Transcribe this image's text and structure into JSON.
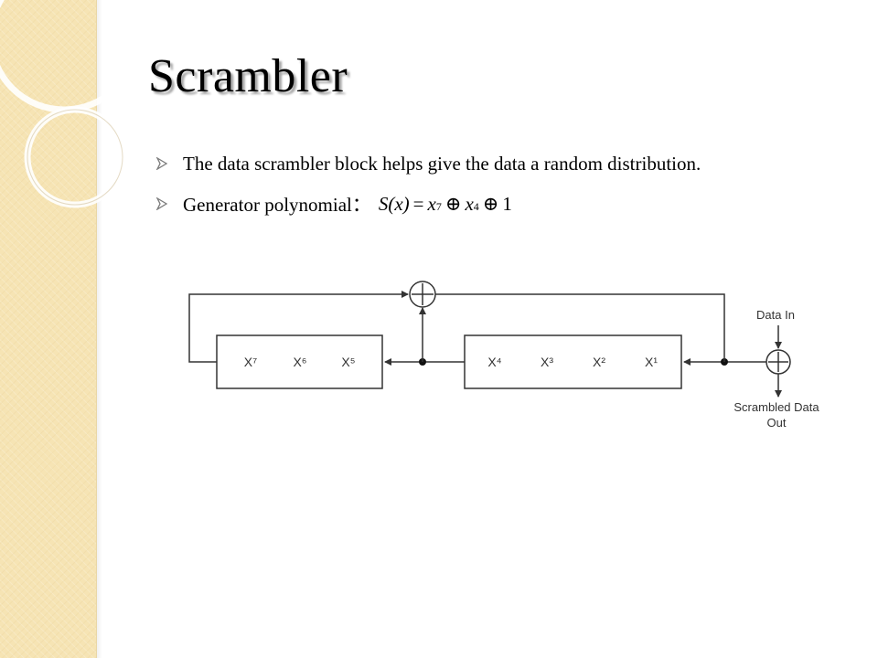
{
  "slide": {
    "title": "Scrambler",
    "bullets": [
      {
        "text": "The data scrambler block helps give the data a random distribution."
      },
      {
        "text": "Generator polynomial："
      }
    ],
    "formula": {
      "lhs": "S(x)",
      "equals": "=",
      "term1": "x",
      "exp1": "7",
      "op1": "⊕",
      "term2": "x",
      "exp2": "4",
      "op2": "⊕",
      "term3": "1"
    }
  },
  "diagram": {
    "register_left": [
      "X⁷",
      "X⁶",
      "X⁵"
    ],
    "register_right": [
      "X⁴",
      "X³",
      "X²",
      "X¹"
    ],
    "xor_symbol": "+",
    "data_in_label": "Data In",
    "output_label_line1": "Scrambled Data",
    "output_label_line2": "Out"
  },
  "theme": {
    "band_color": "#f6e4b4",
    "line_color": "#333333",
    "bullet_color": "#7a7a7a"
  }
}
